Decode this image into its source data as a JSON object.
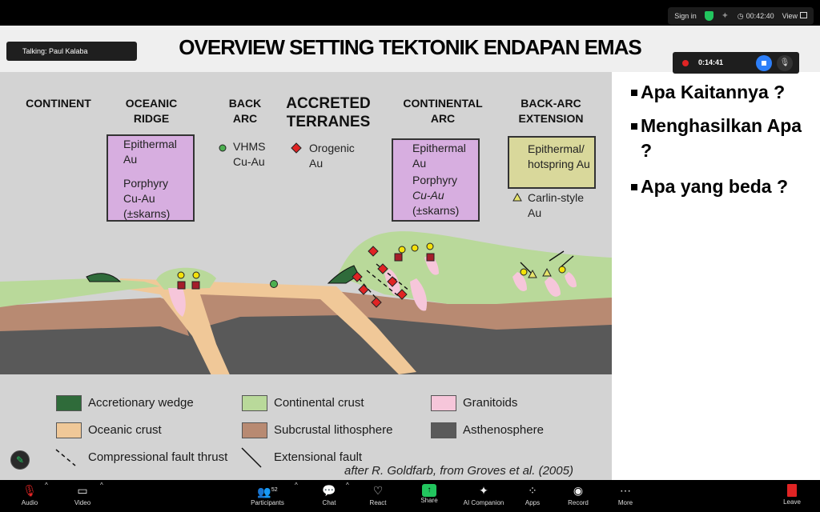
{
  "topbar": {
    "sign_in": "Sign in",
    "timer": "00:42:40",
    "view": "View"
  },
  "talking": "Talking: Paul Kalaba",
  "recording": {
    "time": "0:14:41"
  },
  "slide": {
    "title": "OVERVIEW  SETTING  TEKTONIK ENDAPAN  EMAS",
    "bullets": [
      "Apa Kaitannya ?",
      "Menghasilkan Apa ?",
      "Apa yang beda ?"
    ]
  },
  "figure": {
    "settings": [
      {
        "label": "CONTINENT"
      },
      {
        "label": "OCEANIC RIDGE"
      },
      {
        "label": "BACK ARC"
      },
      {
        "label": "ACCRETED TERRANES"
      },
      {
        "label": "CONTINENTAL ARC"
      },
      {
        "label": "BACK-ARC EXTENSION"
      }
    ],
    "deposits": {
      "ridge_epithermal": "Epithermal Au",
      "ridge_porphyry": "Porphyry Cu-Au (±skarns)",
      "backarc_vhms": "VHMS Cu-Au",
      "accreted_orogenic": "Orogenic Au",
      "arc_epithermal": "Epithermal Au",
      "arc_porphyry_1": "Porphyry",
      "arc_porphyry_2": "Cu-Au",
      "arc_porphyry_3": "(±skarns)",
      "ext_epithermal": "Epithermal/ hotspring Au",
      "ext_carlin": "Carlin-style Au"
    },
    "legend": [
      {
        "label": "Accretionary wedge",
        "color": "#2f6b3a"
      },
      {
        "label": "Continental crust",
        "color": "#b9d99a"
      },
      {
        "label": "Granitoids",
        "color": "#f6c6da"
      },
      {
        "label": "Oceanic crust",
        "color": "#f0c898"
      },
      {
        "label": "Subcrustal lithosphere",
        "color": "#b88a72"
      },
      {
        "label": "Asthenosphere",
        "color": "#5a5a5a"
      },
      {
        "label": "Compressional fault thrust"
      },
      {
        "label": "Extensional fault"
      }
    ],
    "credit": "after R. Goldfarb, from Groves et al. (2005)"
  },
  "toolbar": {
    "audio": "Audio",
    "video": "Video",
    "participants": "Participants",
    "participants_count": "52",
    "chat": "Chat",
    "react": "React",
    "share": "Share",
    "ai_companion": "AI Companion",
    "apps": "Apps",
    "record": "Record",
    "more": "More",
    "leave": "Leave"
  }
}
